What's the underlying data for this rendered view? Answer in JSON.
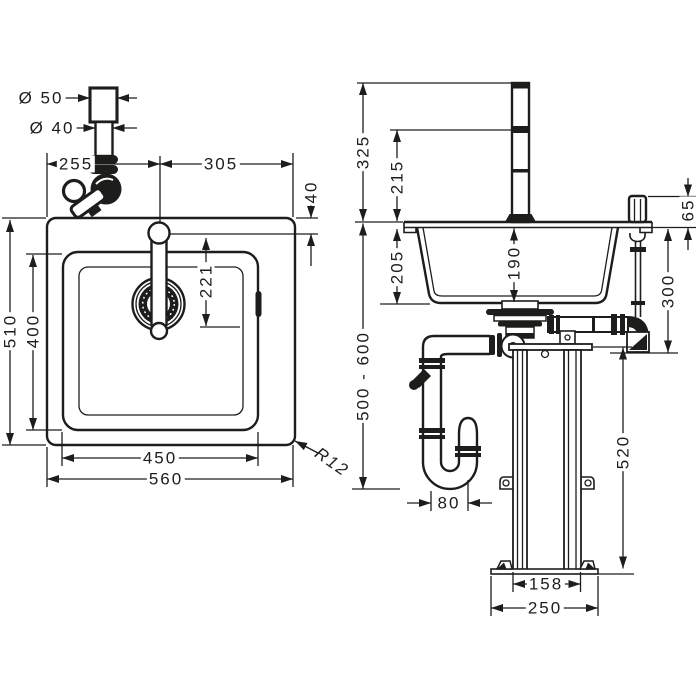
{
  "drawing": {
    "line_color": "#1d1d1b",
    "plan_view": {
      "dims": {
        "spout_top_diameter": "Ø 50",
        "spout_diameter": "Ø 40",
        "tap_offset_left": "255",
        "tap_offset_right": "305",
        "tap_hole_to_edge": "40",
        "total_depth": "510",
        "bowl_depth": "400",
        "spout_reach": "221",
        "bowl_width": "450",
        "total_width": "560",
        "corner_radius": "R12"
      }
    },
    "front_view": {
      "dims": {
        "spout_height": "325",
        "lower_spout_height": "215",
        "bowl_depth_outer": "205",
        "bowl_depth_inner": "190",
        "mounting_height_range": "500 - 600",
        "knob_height": "65",
        "waste_assembly_height": "300",
        "frame_height": "520",
        "trap_offset": "80",
        "frame_width": "158",
        "base_width": "250"
      }
    }
  }
}
